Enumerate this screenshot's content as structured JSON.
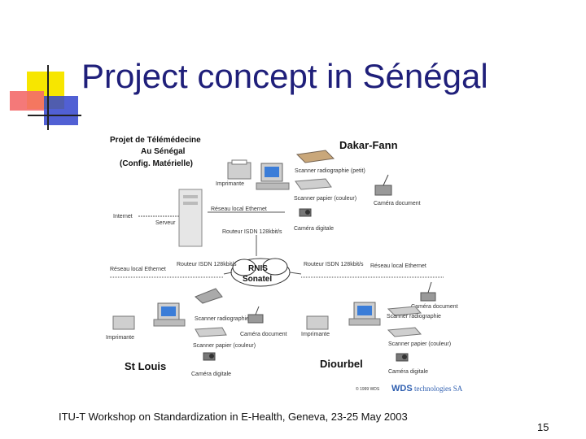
{
  "slide": {
    "title": "Project concept in Sénégal",
    "footer": "ITU-T Workshop on Standardization in E-Health, Geneva, 23-25 May 2003",
    "page_number": "15"
  },
  "diagram": {
    "heading_lines": [
      "Projet de Télémédecine",
      "Au Sénégal",
      "(Config. Matérielle)"
    ],
    "sites": {
      "dakar": "Dakar-Fann",
      "stlouis": "St Louis",
      "diourbel": "Diourbel"
    },
    "cloud_lines": [
      "RNIS",
      "Sonatel"
    ],
    "labels": {
      "scanner_radio_petit": "Scanner radiographie (petit)",
      "imprimante_top": "Imprimante",
      "scanner_papier_top": "Scanner papier (couleur)",
      "camera_doc_top": "Caméra document",
      "internet": "Internet",
      "serveur": "Serveur",
      "reseau_top": "Réseau local Ethernet",
      "camera_digitale_top": "Caméra digitale",
      "routeur_top": "Routeur ISDN 128kbit/s",
      "reseau_left": "Réseau local Ethernet",
      "routeur_left": "Routeur ISDN 128kbit/s",
      "routeur_right": "Routeur ISDN 128kbit/s",
      "reseau_right": "Réseau local Ethernet",
      "camera_doc_right": "Caméra document",
      "scanner_radio_left": "Scanner radiographie",
      "imprimante_left": "Imprimante",
      "camera_doc_left": "Caméra document",
      "scanner_papier_left": "Scanner papier (couleur)",
      "camera_digitale_left": "Caméra digitale",
      "imprimante_right": "Imprimante",
      "scanner_radio_right": "Scanner radiographie",
      "scanner_papier_right": "Scanner papier (couleur)",
      "camera_digitale_right": "Caméra digitale"
    },
    "copyright": "© 1999 WDS",
    "logo_text": "WDS",
    "logo_suffix": "technologies SA"
  }
}
